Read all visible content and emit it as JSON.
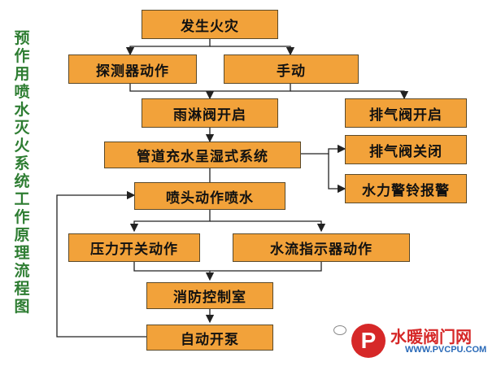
{
  "title": "预作用喷水灭火系统工作原理流程图",
  "nodes": {
    "fire": "发生火灾",
    "detector": "探测器动作",
    "manual": "手动",
    "deluge_valve": "雨淋阀开启",
    "exhaust_open": "排气阀开启",
    "pipe_fill": "管道充水呈湿式系统",
    "exhaust_close": "排气阀关闭",
    "alarm_bell": "水力警铃报警",
    "sprinkler": "喷头动作喷水",
    "pressure_switch": "压力开关动作",
    "flow_indicator": "水流指示器动作",
    "control_room": "消防控制室",
    "pump_start": "自动开泵"
  },
  "watermark": {
    "logo_letter": "P",
    "name": "水暖阀门网",
    "url": "WWW.PVCPU.COM"
  },
  "colors": {
    "box_fill": "#f2a23a",
    "title_green": "#2e7d32",
    "logo_red": "#d62828"
  }
}
